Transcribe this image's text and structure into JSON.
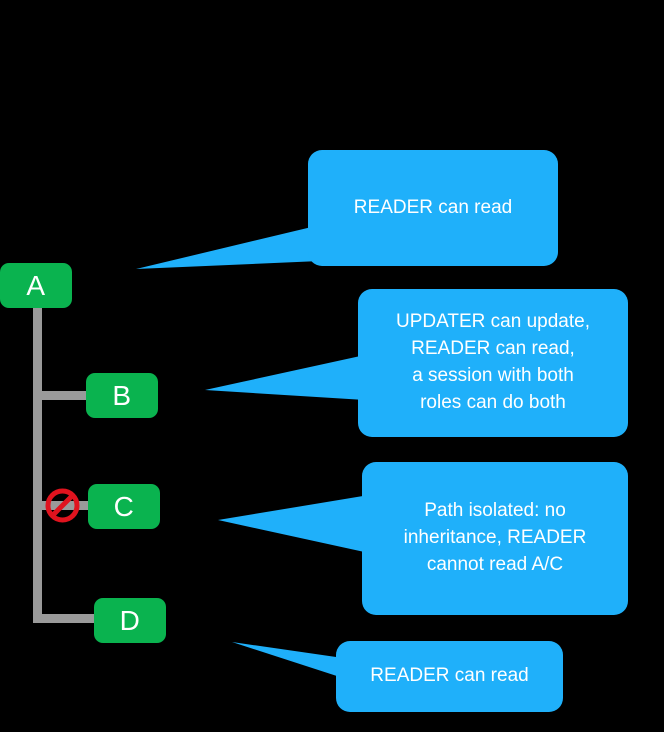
{
  "diagram": {
    "title": "Role inheritance and path isolation diagram",
    "background_color": "#000000",
    "node_color": "#0ab34f",
    "bubble_color": "#1fb0fa",
    "connector_color": "#9a9a9a",
    "block_icon_color": "#e0131e",
    "nodes": [
      {
        "id": "A",
        "label": "A"
      },
      {
        "id": "B",
        "label": "B"
      },
      {
        "id": "C",
        "label": "C"
      },
      {
        "id": "D",
        "label": "D"
      }
    ],
    "callouts": [
      {
        "id": "callout-a",
        "lines": [
          "READER can read"
        ]
      },
      {
        "id": "callout-b",
        "lines": [
          "UPDATER can update,",
          "READER can read,",
          "a session with both",
          "roles can do both"
        ]
      },
      {
        "id": "callout-c",
        "lines": [
          "Path isolated: no",
          "inheritance, READER",
          "cannot read A/C"
        ]
      },
      {
        "id": "callout-d",
        "lines": [
          "READER can read"
        ]
      }
    ],
    "icons": {
      "block": "no-entry-icon"
    }
  }
}
